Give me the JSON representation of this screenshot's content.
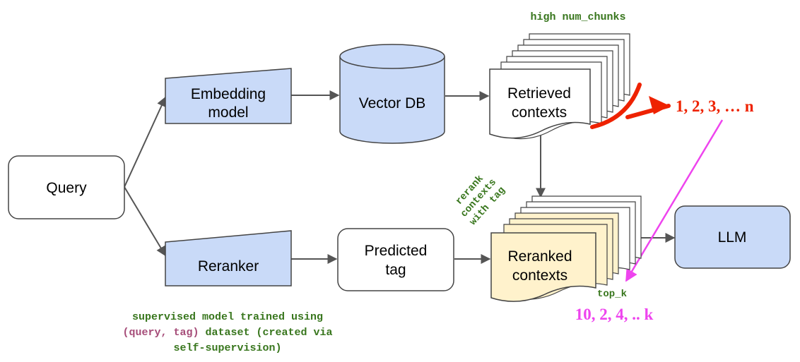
{
  "nodes": {
    "query": "Query",
    "embedding_model": [
      "Embedding",
      "model"
    ],
    "vector_db": "Vector DB",
    "retrieved_contexts": [
      "Retrieved",
      "contexts"
    ],
    "reranker": "Reranker",
    "predicted_tag": [
      "Predicted",
      "tag"
    ],
    "reranked_contexts": [
      "Reranked",
      "contexts"
    ],
    "llm": "LLM"
  },
  "annotations": {
    "high_num_chunks": "high num_chunks",
    "retrieved_ranking": "1, 2, 3, … n",
    "rerank_label": [
      "rerank",
      "contexts",
      "with tag"
    ],
    "top_k": "top_k",
    "reranked_ranking": "10, 2, 4, .. k",
    "reranker_note": {
      "line1": "supervised model trained using",
      "line2_highlight": "(query, tag)",
      "line2_rest": " dataset (created via",
      "line3": "self-supervision)"
    }
  },
  "colors": {
    "blue_fill": "#c9daf8",
    "yellow_fill": "#fff2cc",
    "green_text": "#38761d",
    "maroon_text": "#a64d79",
    "red_accent": "#ee2200",
    "magenta_accent": "#ee44ee",
    "edge": "#555555"
  }
}
